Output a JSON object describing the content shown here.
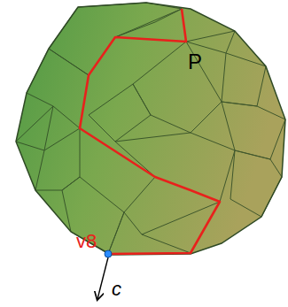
{
  "diagram": {
    "labels": [
      "P",
      "v8",
      "c"
    ]
  }
}
